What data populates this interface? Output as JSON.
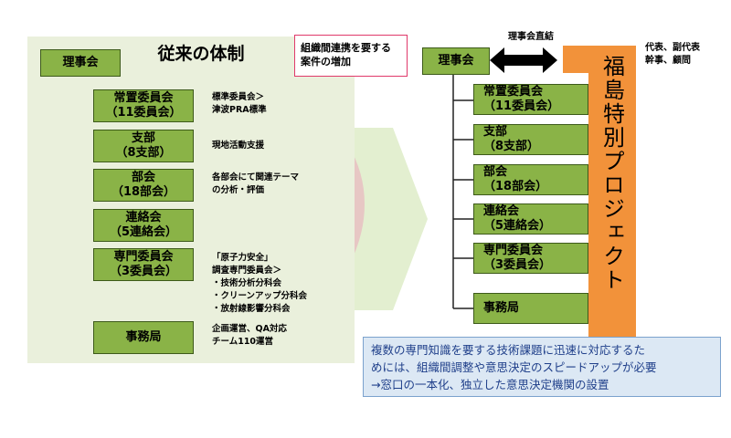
{
  "left": {
    "title": "従来の体制",
    "board": "理事会",
    "units": [
      {
        "name": "常置委員会\n（11委員会）",
        "note": "標準委員会＞\n津波PRA標準"
      },
      {
        "name": "支部\n（8支部）",
        "note": "現地活動支援"
      },
      {
        "name": "部会\n（18部会）",
        "note": "各部会にて関連テーマ\nの分析・評価"
      },
      {
        "name": "連絡会\n（5連絡会）",
        "note": ""
      },
      {
        "name": "専門委員会\n（3委員会）",
        "note": "「原子力安全」\n調査専門委員会＞\n・技術分析分科会\n・クリーンアップ分科会\n・放射線影響分科会"
      },
      {
        "name": "事務局",
        "note": "企画運営、QA対応\nチーム110運営"
      }
    ],
    "callout": "組織間連携を要する\n案件の増加"
  },
  "right": {
    "board": "理事会",
    "direct_link": "理事会直結",
    "roles": "代表、副代表\n幹事、顧問",
    "project": "福島特別プロジェクト",
    "units": [
      "常置委員会\n（11委員会）",
      "支部\n（8支部）",
      "部会\n（18部会）",
      "連絡会\n（5連絡会）",
      "専門委員会\n（3委員会）",
      "事務局"
    ]
  },
  "summary": "複数の専門知識を要する技術課題に迅速に対応するた\nめには、組織間調整や意思決定のスピードアップが必要\n→窓口の一本化、独立した意思決定機関の設置",
  "colors": {
    "box": "#8ab347",
    "panel": "#eaf0dc",
    "orange": "#f2923a",
    "callout_border": "#e0396a",
    "summary_bg": "#dce8f4",
    "summary_text": "#1f3f8a"
  }
}
